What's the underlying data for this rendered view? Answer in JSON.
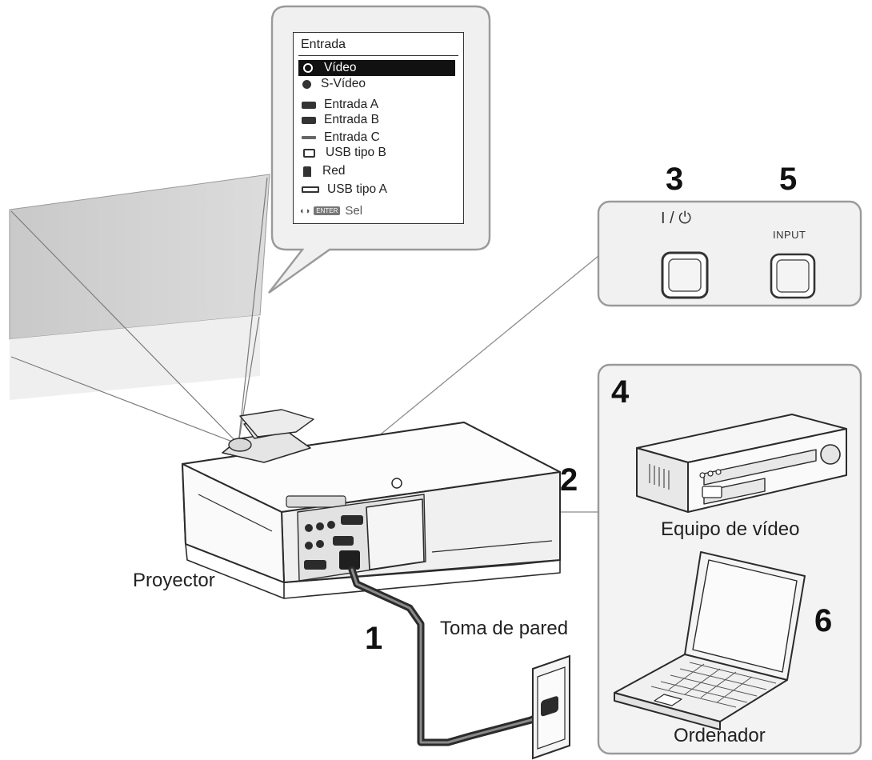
{
  "menu": {
    "title": "Entrada",
    "items": [
      {
        "label": "Vídeo",
        "icon": "composite-video-icon",
        "selected": true
      },
      {
        "label": "S-Vídeo",
        "icon": "s-video-icon",
        "selected": false
      },
      {
        "label": "Entrada A",
        "icon": "rgb-input-icon",
        "selected": false
      },
      {
        "label": "Entrada B",
        "icon": "rgb-input-icon",
        "selected": false
      },
      {
        "label": "Entrada C",
        "icon": "component-input-icon",
        "selected": false
      },
      {
        "label": "USB tipo B",
        "icon": "usb-b-icon",
        "selected": false
      },
      {
        "label": "Red",
        "icon": "network-icon",
        "selected": false
      },
      {
        "label": "USB tipo A",
        "icon": "usb-a-icon",
        "selected": false
      }
    ],
    "footer": {
      "arrows": "◐◑",
      "key": "ENTER",
      "label": "Sel"
    }
  },
  "panel": {
    "power_symbol": "I / ⏻",
    "input_label": "INPUT"
  },
  "steps": {
    "one": "1",
    "two": "2",
    "three": "3",
    "four": "4",
    "five": "5",
    "six": "6"
  },
  "captions": {
    "projector": "Proyector",
    "wall_outlet": "Toma de pared",
    "video_equipment": "Equipo de vídeo",
    "computer": "Ordenador"
  }
}
